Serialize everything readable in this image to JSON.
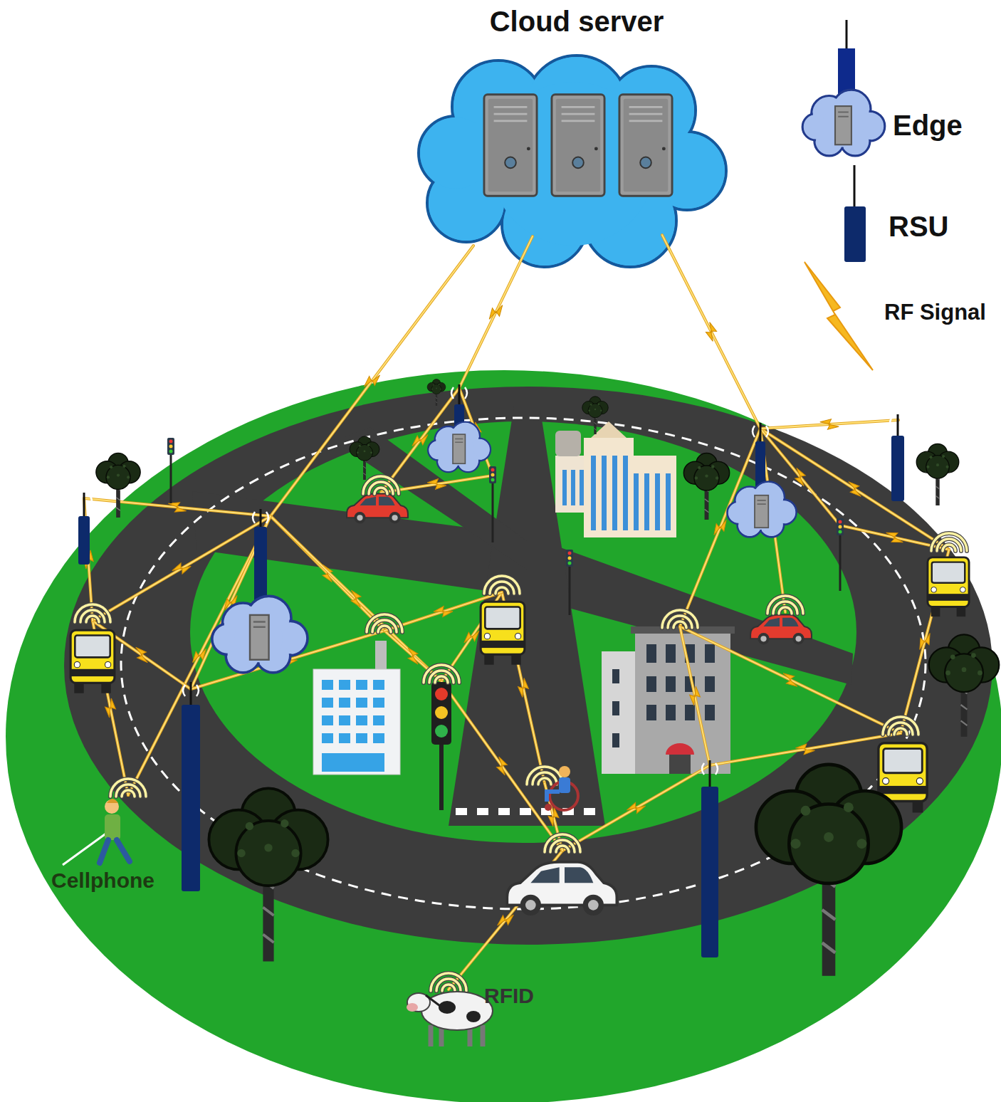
{
  "diagram": {
    "nodes": [
      {
        "text": [
          "Cloud server"
        ]
      }
    ],
    "labels": [
      "Cellphone",
      "RFID"
    ],
    "legend": [
      {
        "text": "Edge"
      },
      {
        "text": "RSU"
      },
      {
        "text": "RF Signal"
      }
    ]
  }
}
